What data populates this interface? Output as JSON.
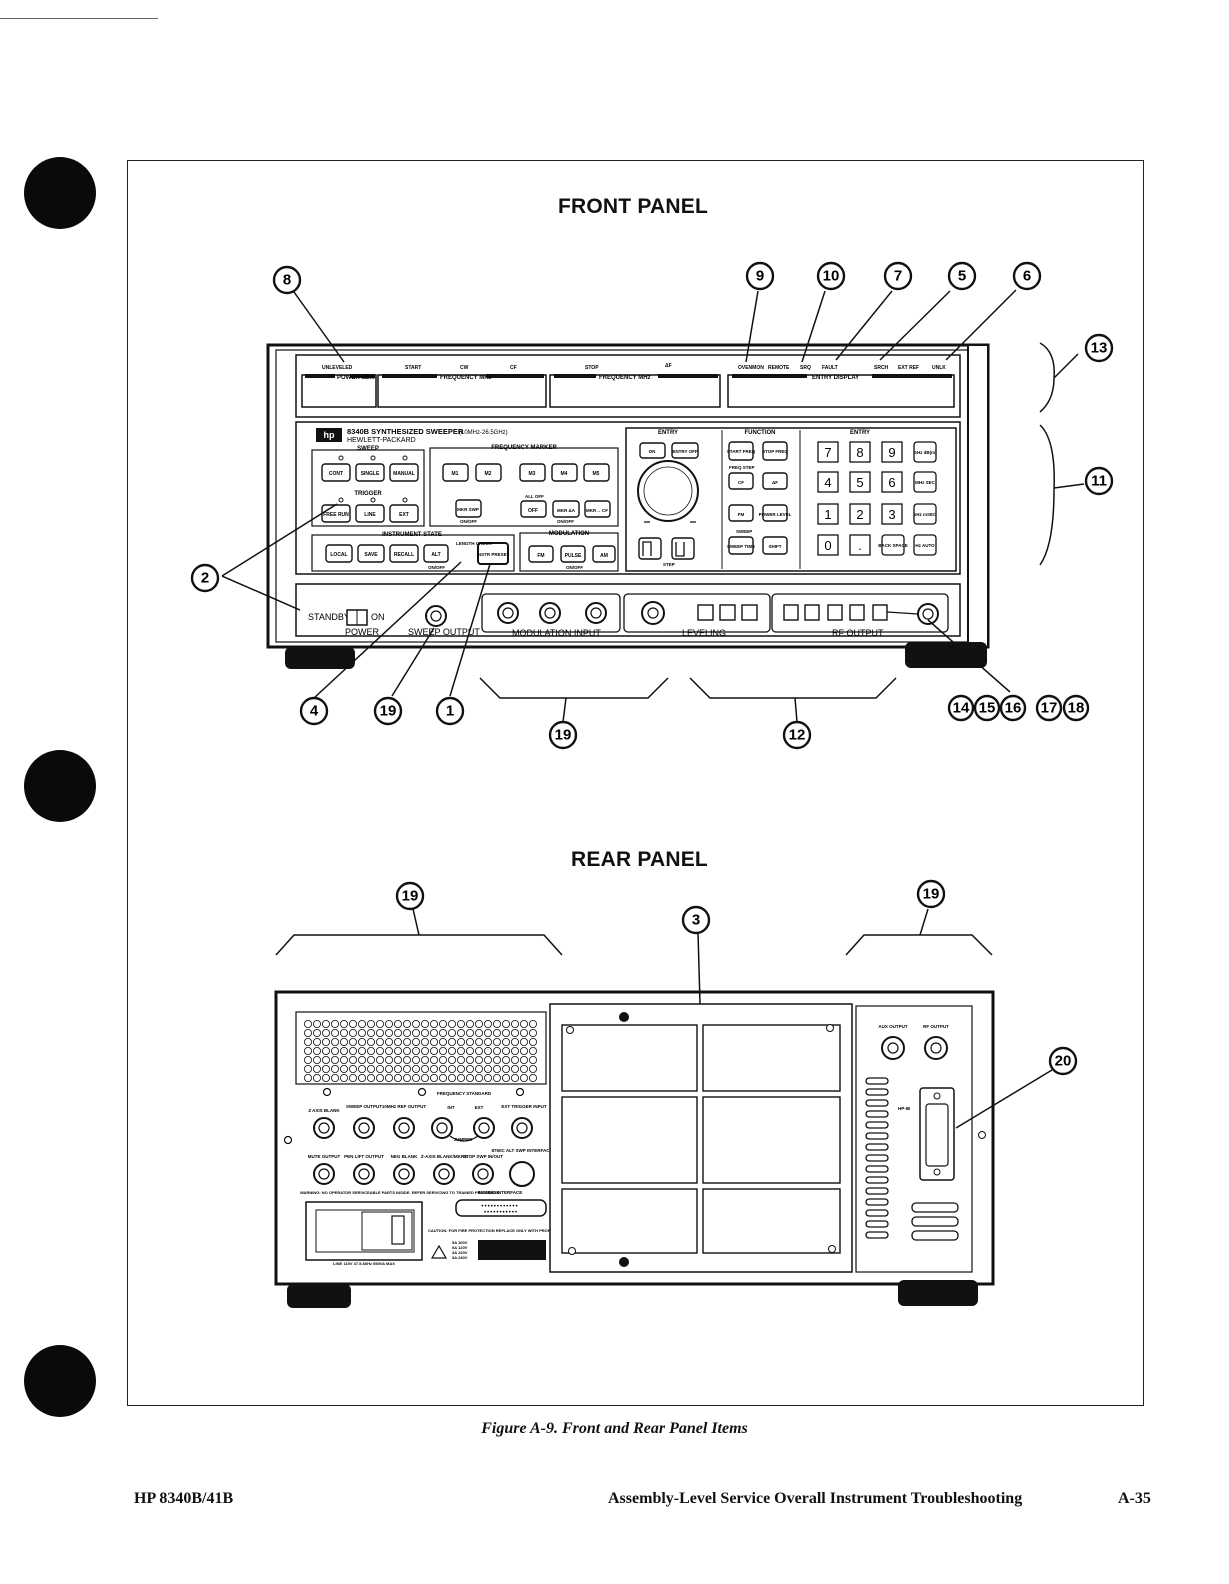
{
  "page": {
    "figure_caption": "Figure A-9.  Front and Rear Panel Items",
    "footer_left": "HP 8340B/41B",
    "footer_center": "Assembly-Level Service Overall Instrument Troubleshooting",
    "footer_right": "A-35"
  },
  "front_panel": {
    "title": "FRONT PANEL",
    "model": "8340B  SYNTHESIZED  SWEEPER",
    "range": "(10MHz-26.5GHz)",
    "maker": "HEWLETT-PACKARD",
    "display_labels": [
      "POWER dBm",
      "FREQUENCY MHz",
      "FREQUENCY MHz",
      "ENTRY DISPLAY"
    ],
    "annunciators": [
      "UNLEVELED",
      "START",
      "CW",
      "CF",
      "STOP",
      "ΔF",
      "OVENMON",
      "REMOTE",
      "SRQ",
      "FAULT",
      "SRCH",
      "EXT REF",
      "UNLK"
    ],
    "group_labels": [
      "SWEEP",
      "TRIGGER",
      "INSTRUMENT STATE",
      "FREQUENCY MARKER",
      "MODULATION",
      "ENTRY",
      "FUNCTION",
      "ENTRY"
    ],
    "sweep_keys": [
      "CONT",
      "SINGLE",
      "MANUAL"
    ],
    "trigger_keys": [
      "FREE RUN",
      "LINE",
      "EXT"
    ],
    "state_keys": [
      "LOCAL",
      "SAVE",
      "RECALL",
      "ALT",
      "INSTR PRESET"
    ],
    "state_labels": [
      "LENGTH CHECK",
      "ON/OFF"
    ],
    "marker_keys": [
      "M1",
      "M2",
      "M3",
      "M4",
      "M5",
      "MKR SWP",
      "OFF",
      "MKR ΔA",
      "MKR→ CF"
    ],
    "marker_labels": [
      "ON/OFF",
      "ALL OFF",
      "ON/OFF"
    ],
    "modulation_keys": [
      "FM",
      "PULSE",
      "AM"
    ],
    "modulation_labels": [
      "ON/OFF"
    ],
    "entry_keys": [
      "ON",
      "ENTRY OFF"
    ],
    "function_keys": [
      "START FREQ",
      "STOP FREQ",
      "CF",
      "ΔF",
      "FM",
      "POWER LEVEL",
      "SWEEP TIME",
      "SHIFT"
    ],
    "function_labels": [
      "FREQ STEP",
      "SWEEP",
      "STEP"
    ],
    "keypad": [
      "7",
      "8",
      "9",
      "4",
      "5",
      "6",
      "1",
      "2",
      "3",
      "0",
      "."
    ],
    "units": [
      "GHz dB(m)",
      "MHz SEC",
      "kHz mSEC",
      "BACK SPACE",
      "Hz AUTO"
    ],
    "bottom_labels": [
      "STANDBY",
      "ON",
      "POWER",
      "SWEEP OUTPUT",
      "MODULATION INPUT",
      "LEVELING",
      "RF OUTPUT"
    ],
    "callouts": [
      "8",
      "9",
      "10",
      "7",
      "5",
      "6",
      "13",
      "11",
      "2",
      "4",
      "19",
      "1",
      "19",
      "12",
      "14",
      "15",
      "16",
      "17",
      "18"
    ]
  },
  "rear_panel": {
    "title": "REAR PANEL",
    "connector_labels": [
      "Z AXIS BLANK",
      "SWEEP OUTPUT",
      "10MHz REF OUTPUT",
      "FREQUENCY STANDARD",
      "INT",
      "EXT",
      "JUMPER",
      "EXT TRIGGER INPUT",
      "MUTE OUTPUT",
      "PEN LIFT OUTPUT",
      "NEG BLANK",
      "Z-AXIS BLANK/MKRS",
      "STOP SWP IN/OUT",
      "8760C ALT SWP INTERFACE"
    ],
    "interface_label": "8410B/C INTERFACE",
    "warning": "WARNING: NO OPERATOR SERVICEABLE PARTS INSIDE. REFER SERVICING TO TRAINED PERSONNEL.",
    "caution": "CAUTION: FOR FIRE PROTECTION REPLACE ONLY WITH PROPER FUSE",
    "line_label": "LINE  115V  47.5-66Hz  550VA MAX",
    "fuse_ratings": [
      "5A 100V",
      "5A 120V",
      "3A 220V",
      "3A 240V"
    ],
    "right_connectors": [
      "AUX OUTPUT",
      "RF OUTPUT",
      "HP-IB"
    ],
    "callouts": [
      "19",
      "3",
      "19",
      "20"
    ]
  }
}
